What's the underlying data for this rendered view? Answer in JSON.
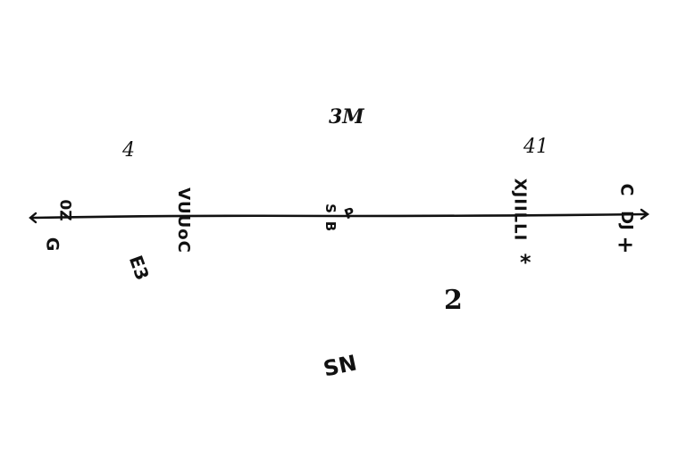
{
  "sketch": {
    "above": {
      "top_center": "3M",
      "upper_left": "4",
      "upper_right": "41"
    },
    "below": {
      "lower_left": "E3",
      "lower_right": "2",
      "bottom_center": "SN"
    },
    "along_line": {
      "far_left_top": "0Z",
      "far_left_bottom": "G",
      "left_vertical": "VUUoC",
      "center_top": "S",
      "center_bottom": "B",
      "center_mark": "P",
      "right_vertical": "XJIILLI",
      "right_star": "*",
      "far_right_top": "C",
      "far_right_bottom": "DJ",
      "far_right_plus": "+"
    }
  },
  "colors": {
    "ink": "#111111",
    "paper": "#ffffff"
  }
}
